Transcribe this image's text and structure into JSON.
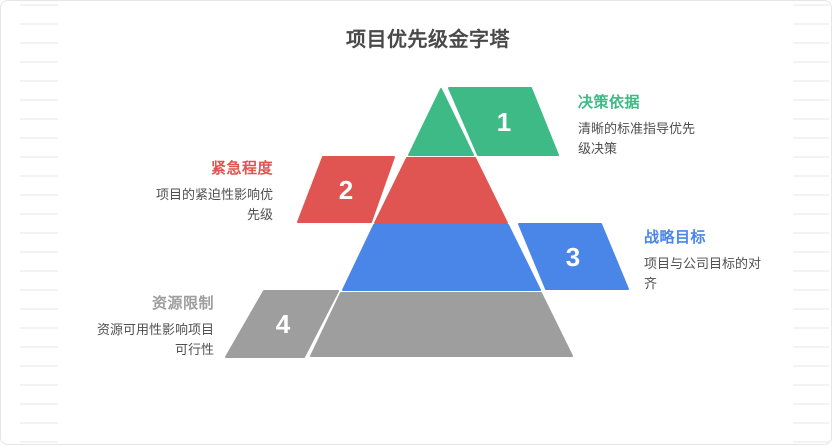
{
  "title": "项目优先级金字塔",
  "colors": {
    "heading_text": "#494949",
    "description_text": "#4f4f4f",
    "number_text": "#ffffff",
    "card_background": "#ffffff",
    "card_border": "#e5e5e5",
    "stripe": "#f3f3f3",
    "level1": "#3dba85",
    "level2": "#e05452",
    "level3": "#4a86e8",
    "level4": "#9e9e9e"
  },
  "levels": [
    {
      "number": "1",
      "label": "决策依据",
      "description": "清晰的标准指导优先级决策",
      "color": "#3dba85",
      "side": "right"
    },
    {
      "number": "2",
      "label": "紧急程度",
      "description": "项目的紧迫性影响优先级",
      "color": "#e05452",
      "side": "left"
    },
    {
      "number": "3",
      "label": "战略目标",
      "description": "项目与公司目标的对齐",
      "color": "#4a86e8",
      "side": "right"
    },
    {
      "number": "4",
      "label": "资源限制",
      "description": "资源可用性影响项目可行性",
      "color": "#9e9e9e",
      "side": "left"
    }
  ]
}
